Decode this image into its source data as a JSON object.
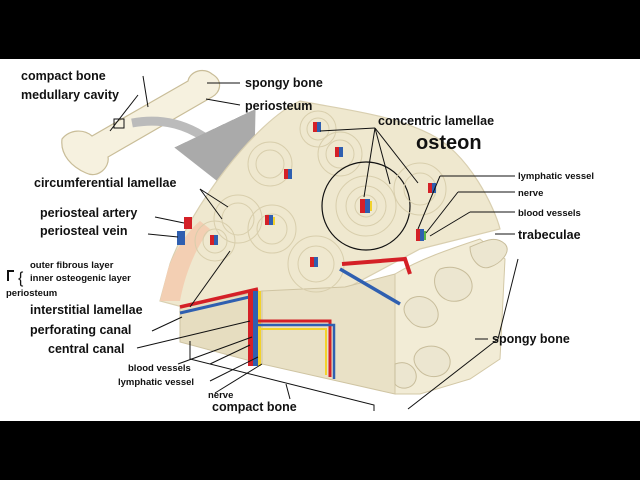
{
  "labels": {
    "compact_bone_top": "compact bone",
    "medullary_cavity": "medullary cavity",
    "spongy_bone_top": "spongy bone",
    "periosteum_top": "periosteum",
    "concentric_lamellae": "concentric lamellae",
    "osteon": "osteon",
    "circumferential_lamellae": "circumferential lamellae",
    "periosteal_artery": "periosteal artery",
    "periosteal_vein": "periosteal vein",
    "outer_fibrous_layer": "outer fibrous layer",
    "inner_osteogenic_layer": "inner osteogenic layer",
    "periosteum_side": "periosteum",
    "interstitial_lamellae": "interstitial lamellae",
    "perforating_canal": "perforating canal",
    "central_canal": "central canal",
    "blood_vessels_bottom": "blood vessels",
    "lymphatic_vessel_bottom": "lymphatic vessel",
    "nerve_bottom": "nerve",
    "compact_bone_bottom": "compact bone",
    "lymphatic_vessel_right": "lymphatic vessel",
    "nerve_right": "nerve",
    "blood_vessels_right": "blood vessels",
    "trabeculae": "trabeculae",
    "spongy_bone_right": "spongy bone"
  },
  "colors": {
    "artery": "#d42027",
    "vein": "#2f5fb0",
    "nerve": "#f2d22c",
    "lymph": "#5bb548",
    "bone": "#efe8cf",
    "bone_edge": "#d9cfb0",
    "periosteum": "#f3cfb3"
  }
}
